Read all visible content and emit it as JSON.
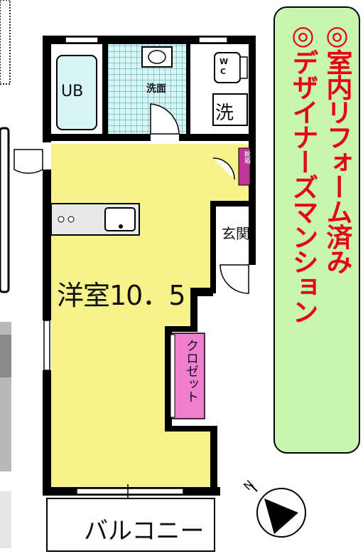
{
  "rooms": {
    "unit_bath": "UB",
    "washroom": "洗面",
    "toilet_top": "W",
    "toilet_bottom": "C",
    "washer": "洗",
    "shoe_box": "靴箱",
    "entrance": "玄関",
    "western_room": "洋室10．5",
    "closet": "クロゼット",
    "balcony": "バルコニー"
  },
  "compass": {
    "north_label": "N"
  },
  "callout": {
    "line1": "◎室内リフォーム済み",
    "line2": "◎デザイナーズマンション"
  },
  "colors": {
    "room_fill": "#f5f38a",
    "tile_fill": "#d8f4f4",
    "tile_line": "#3fa0a6",
    "wall": "#000000",
    "shoe_box_fill": "#c0359a",
    "closet_fill": "#f07fd2",
    "callout_fill": "#c8f5b0",
    "callout_text": "#e60012",
    "photo_gray": "#b8b8b8"
  },
  "icons": [
    "sink-icon",
    "toilet-icon",
    "door-swing-icon",
    "kitchen-sink-icon",
    "stove-burner-icon",
    "compass-icon"
  ]
}
